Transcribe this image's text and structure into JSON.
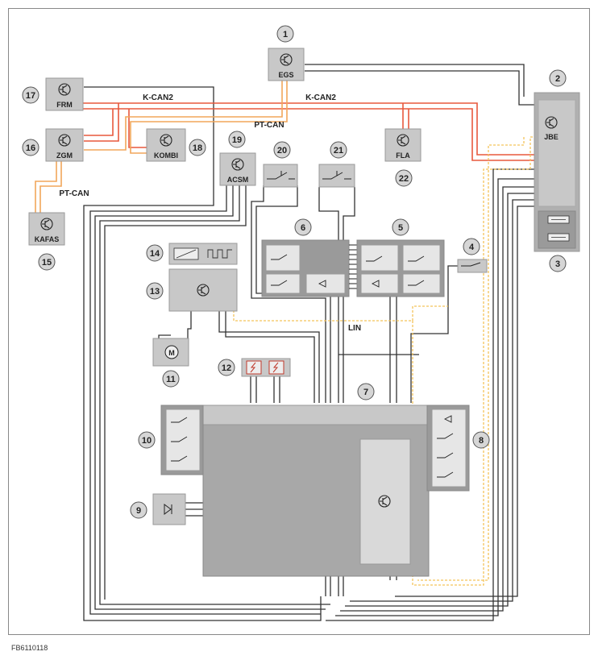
{
  "figure_id": "FB6110118",
  "colors": {
    "can_red": "#e8583d",
    "pt_can_orange": "#f2a65a",
    "lin_yellow": "#f3c45a",
    "module_fill": "#c8c8c8",
    "module_dark": "#9a9a9a",
    "wire": "#333333"
  },
  "bus_labels": {
    "k_can2_left": "K-CAN2",
    "k_can2_right": "K-CAN2",
    "pt_can_top": "PT-CAN",
    "pt_can_left": "PT-CAN",
    "lin": "LIN"
  },
  "modules": {
    "egs": "EGS",
    "frm": "FRM",
    "zgm": "ZGM",
    "kombi": "KOMBI",
    "kafas": "KAFAS",
    "jbe": "JBE",
    "acsm": "ACSM",
    "fla": "FLA"
  },
  "callouts": [
    "1",
    "2",
    "3",
    "4",
    "5",
    "6",
    "7",
    "8",
    "9",
    "10",
    "11",
    "12",
    "13",
    "14",
    "15",
    "16",
    "17",
    "18",
    "19",
    "20",
    "21",
    "22"
  ],
  "icons": {
    "motor": "M"
  }
}
